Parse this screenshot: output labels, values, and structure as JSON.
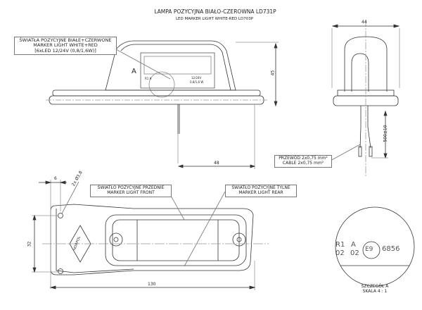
{
  "title": "LAMPA POZYCYJNA BIAŁO-CZEROWNA LD731P",
  "subtitle": "LED MARKER LIGHT WHITE-RED LD703P",
  "labels": {
    "main_light": [
      "ŚWIATŁA POZYCYJNE BIAŁE+CZERWONE",
      "MARKER LIGHT WHITE+RED",
      "[6xLED 12/24V (0,8/1,6W)]"
    ],
    "cable": [
      "PRZEWÓD 2x0,75 mm²",
      "CABLE 2x0,75 mm²"
    ],
    "front": [
      "ŚWIATŁO POZYCYJNE PRZEDNIE",
      "MARKER LIGHT FRONT"
    ],
    "rear": [
      "ŚWIATŁO POZYCYJNE TYLNE",
      "MARKER LIGHT REAR"
    ],
    "detail": [
      "SZCZEGÓŁ A",
      "SKALA 4 : 1"
    ],
    "detail_marker": "A"
  },
  "dimensions": {
    "height": "45",
    "width_side": "44",
    "cable_pos": "48",
    "cable_len": "500±10",
    "hole_offset": "6",
    "hole_dia": "2x Ø3,8",
    "hole_spacing": "32",
    "length": "130"
  },
  "marking": {
    "r1": "R1",
    "a": "A",
    "n1": "02",
    "n2": "02",
    "e": "E9",
    "num": "6856",
    "voltage": "12/24V",
    "power": "0,8/1,6 W",
    "brand": "HORPOL"
  }
}
